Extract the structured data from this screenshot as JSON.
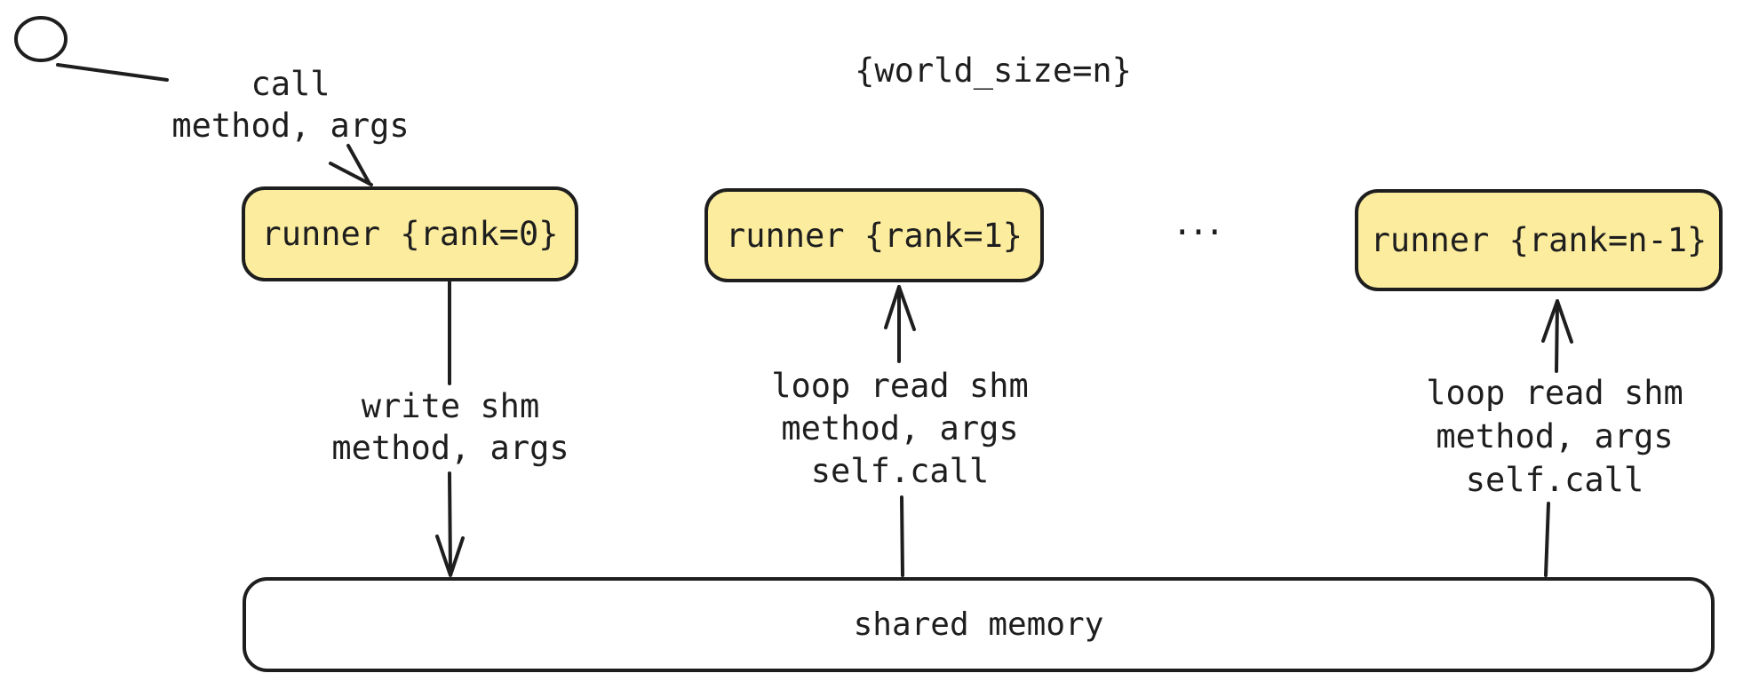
{
  "annotation_world_size": "{world_size=n}",
  "call_label": {
    "line1": "call",
    "line2": "method, args"
  },
  "runners": [
    {
      "label": "runner {rank=0}"
    },
    {
      "label": "runner {rank=1}"
    },
    {
      "label": "runner {rank=n-1}"
    }
  ],
  "ellipsis": "...",
  "edge_write": {
    "line1": "write shm",
    "line2": "method, args"
  },
  "edge_read_1": {
    "line1": "loop read shm",
    "line2": "method, args",
    "line3": "self.call"
  },
  "edge_read_2": {
    "line1": "loop read shm",
    "line2": "method, args",
    "line3": "self.call"
  },
  "shared_memory_label": "shared memory",
  "colors": {
    "node_fill": "#FCEC9E",
    "stroke": "#1E1E1E",
    "background": "#FFFFFF"
  }
}
